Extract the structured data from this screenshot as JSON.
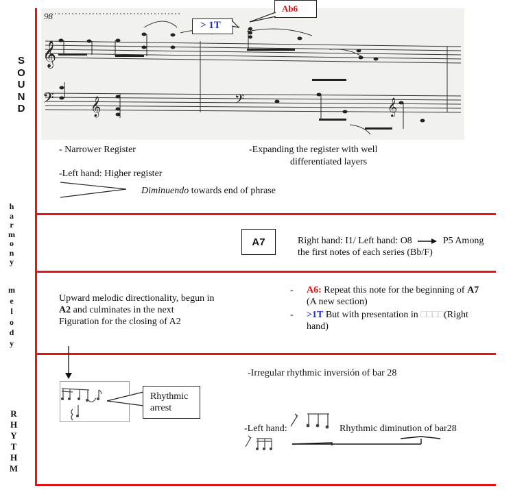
{
  "side_labels": {
    "sound": [
      "S",
      "O",
      "U",
      "N",
      "D"
    ],
    "harmony": [
      "h",
      "a",
      "r",
      "m",
      "o",
      "n",
      "y"
    ],
    "melody": [
      "m",
      "e",
      "l",
      "o",
      "d",
      "y"
    ],
    "rhythm": [
      "R",
      "H",
      "Y",
      "T",
      "H",
      "M"
    ]
  },
  "score": {
    "measure_number": "98",
    "callout_1t": "> 1T",
    "callout_ab6": "Ab6"
  },
  "sound": {
    "narrower": "- Narrower Register",
    "expanding_line1": "-Expanding the register with well",
    "expanding_line2": "differentiated layers",
    "left_hand": "-Left hand: Higher register",
    "diminuendo_italic": "Diminuendo",
    "diminuendo_rest": " towards end of phrase"
  },
  "harmony": {
    "box_label": "A7",
    "line1_a": "Right hand: I1/ Left hand: O8",
    "line1_b": "P5 Among",
    "line2": "the first notes of each series (Bb/F)"
  },
  "melody": {
    "left_line1": "Upward melodic directionality, begun in",
    "left_line2_bold": "A2",
    "left_line2_rest": " and culminates in the next",
    "left_line3": "Figuration for the closing of A2",
    "bullet1_red": "A6:",
    "bullet1_text": " Repeat this note for the beginning of ",
    "bullet1_bold": "A7",
    "bullet1_line2": "(A new section)",
    "bullet2_blue": ">1T",
    "bullet2_text": " But with presentation in ",
    "bullet2_ghost": "□□□□",
    "bullet2_tail": "(Right",
    "bullet2_line2": "hand)",
    "dash": "-"
  },
  "rhythm": {
    "callout": [
      "Rhythmic",
      "arrest"
    ],
    "irregular": "-Irregular rhythmic inversión of bar 28",
    "left_hand": "-Left hand:",
    "diminution": "Rhythmic diminution of bar28"
  },
  "colors": {
    "frame_red": "#e31414",
    "annotation_red": "#d61414",
    "annotation_blue": "#1e2ed0"
  }
}
